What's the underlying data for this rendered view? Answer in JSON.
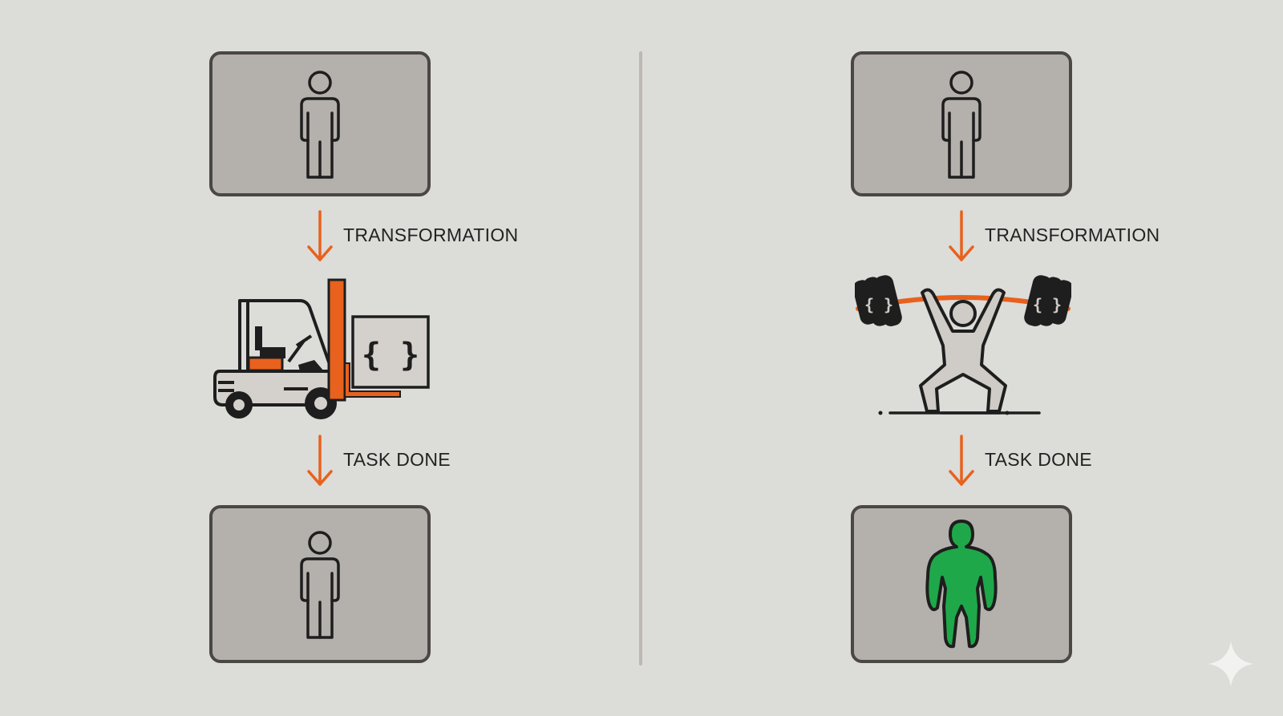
{
  "colors": {
    "background": "#dcdcd9",
    "card_fill": "#b4b0ab",
    "card_border": "#4a4745",
    "accent_orange": "#e8611d",
    "strong_green": "#1fa84a",
    "outline": "#1e1e1e"
  },
  "left_panel": {
    "top_card": {
      "icon": "person-outline-icon"
    },
    "step1": {
      "label": "TRANSFORMATION",
      "icon": "arrow-down-icon"
    },
    "illustration": {
      "icon": "forklift-carrying-code-box-icon",
      "box_text": "{ }"
    },
    "step2": {
      "label": "TASK DONE",
      "icon": "arrow-down-icon"
    },
    "bottom_card": {
      "icon": "person-outline-icon"
    }
  },
  "right_panel": {
    "top_card": {
      "icon": "person-outline-icon"
    },
    "step1": {
      "label": "TRANSFORMATION",
      "icon": "arrow-down-icon"
    },
    "illustration": {
      "icon": "weightlifter-code-barbell-icon",
      "plate_text": "{ }"
    },
    "step2": {
      "label": "TASK DONE",
      "icon": "arrow-down-icon"
    },
    "bottom_card": {
      "icon": "muscular-person-green-icon"
    }
  },
  "watermark": {
    "icon": "sparkle-icon"
  }
}
